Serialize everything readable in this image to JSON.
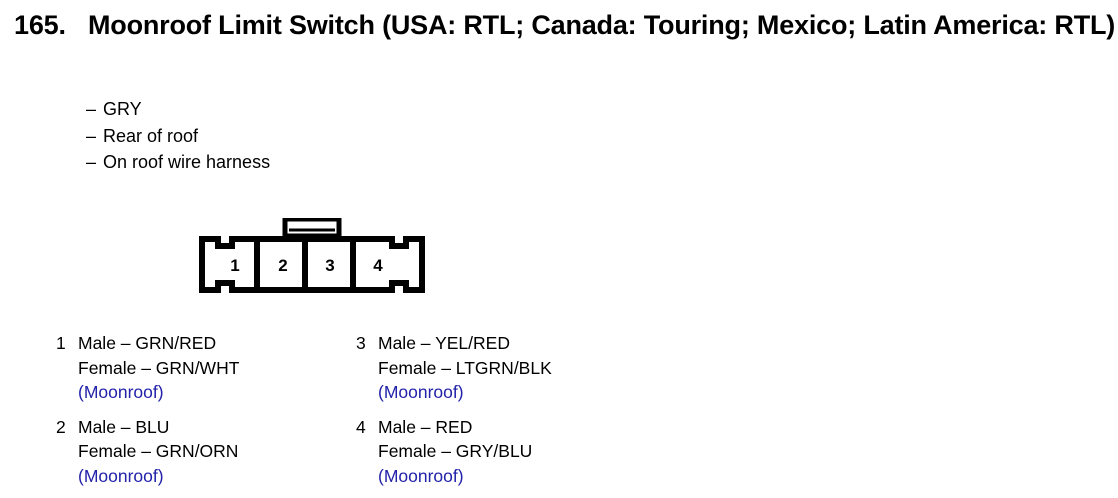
{
  "heading": {
    "number": "165.",
    "title": "Moonroof Limit Switch (USA: RTL; Canada: Touring; Mexico; Latin America: RTL)"
  },
  "bullets": [
    {
      "dash": "–",
      "text": "GRY"
    },
    {
      "dash": "–",
      "text": "Rear of roof"
    },
    {
      "dash": "–",
      "text": "On roof wire harness"
    }
  ],
  "connector": {
    "cavity_labels": [
      "1",
      "2",
      "3",
      "4"
    ],
    "outline_color": "#000000",
    "fill_color": "#ffffff"
  },
  "legend": {
    "left_column": [
      {
        "pin": "1",
        "male": "Male – GRN/RED",
        "female": "Female – GRN/WHT",
        "circuit": "(Moonroof)"
      },
      {
        "pin": "2",
        "male": "Male – BLU",
        "female": "Female – GRN/ORN",
        "circuit": "(Moonroof)"
      }
    ],
    "right_column": [
      {
        "pin": "3",
        "male": "Male – YEL/RED",
        "female": "Female – LTGRN/BLK",
        "circuit": "(Moonroof)"
      },
      {
        "pin": "4",
        "male": "Male – RED",
        "female": "Female – GRY/BLU",
        "circuit": "(Moonroof)"
      }
    ],
    "circuit_color": "#2222aa"
  }
}
